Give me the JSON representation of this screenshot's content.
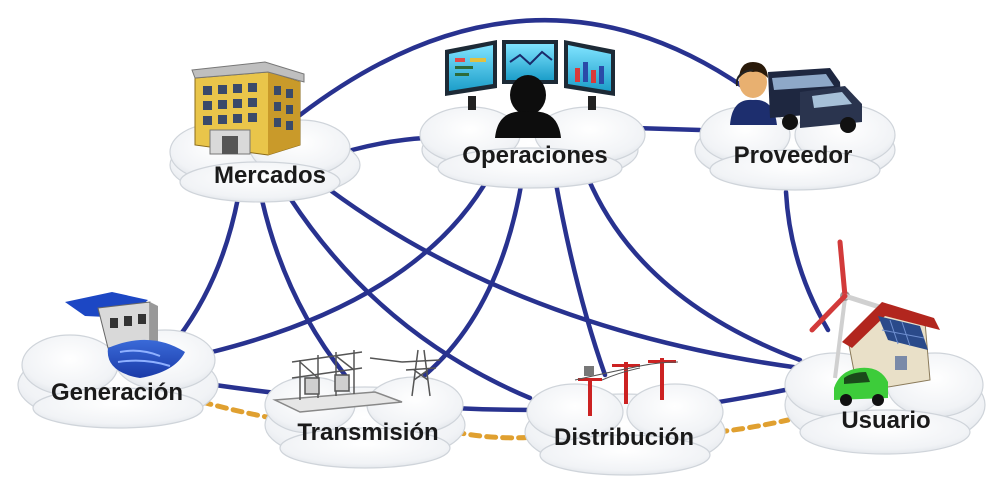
{
  "nodes": {
    "mercados": {
      "label": "Mercados",
      "icon": "office-building-icon"
    },
    "operaciones": {
      "label": "Operaciones",
      "icon": "control-room-monitors-icon"
    },
    "proveedor": {
      "label": "Proveedor",
      "icon": "operator-with-truck-icon"
    },
    "generacion": {
      "label": "Generación",
      "icon": "hydro-dam-icon"
    },
    "transmision": {
      "label": "Transmisión",
      "icon": "substation-tower-icon"
    },
    "distribucion": {
      "label": "Distribución",
      "icon": "utility-poles-icon"
    },
    "usuario": {
      "label": "Usuario",
      "icon": "house-wind-turbine-car-icon"
    }
  },
  "colors": {
    "communication_link": "#28328f",
    "power_flow_link": "#e0a030",
    "cloud_fill": "#f4f6f8"
  }
}
